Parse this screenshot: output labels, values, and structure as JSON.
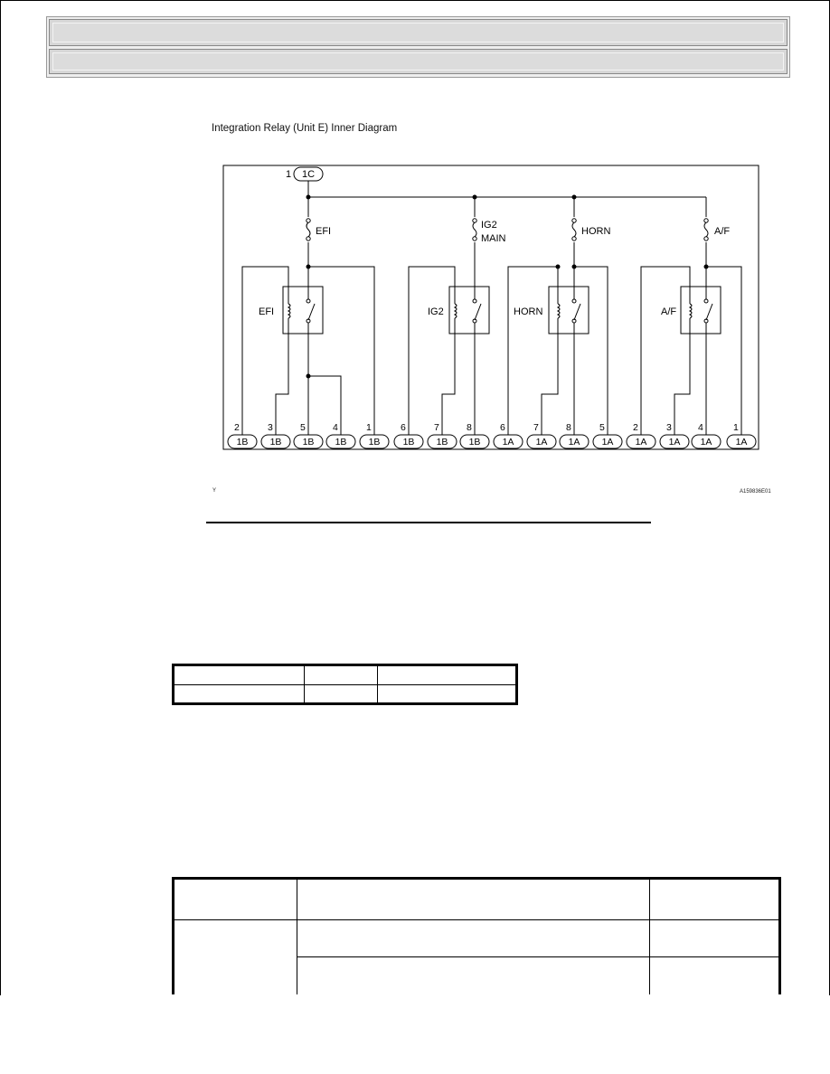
{
  "diagram": {
    "caption": "Integration Relay (Unit E) Inner Diagram",
    "top_terminal": {
      "pin": "1",
      "connector": "1C"
    },
    "fuses": [
      "EFI",
      "IG2",
      "MAIN",
      "HORN",
      "A/F"
    ],
    "relays": [
      "EFI",
      "IG2",
      "HORN",
      "A/F"
    ],
    "terminals": [
      {
        "pin": "2",
        "connector": "1B"
      },
      {
        "pin": "3",
        "connector": "1B"
      },
      {
        "pin": "5",
        "connector": "1B"
      },
      {
        "pin": "4",
        "connector": "1B"
      },
      {
        "pin": "1",
        "connector": "1B"
      },
      {
        "pin": "6",
        "connector": "1B"
      },
      {
        "pin": "7",
        "connector": "1B"
      },
      {
        "pin": "8",
        "connector": "1B"
      },
      {
        "pin": "6",
        "connector": "1A"
      },
      {
        "pin": "7",
        "connector": "1A"
      },
      {
        "pin": "8",
        "connector": "1A"
      },
      {
        "pin": "5",
        "connector": "1A"
      },
      {
        "pin": "2",
        "connector": "1A"
      },
      {
        "pin": "3",
        "connector": "1A"
      },
      {
        "pin": "4",
        "connector": "1A"
      },
      {
        "pin": "1",
        "connector": "1A"
      }
    ],
    "corner_mark": "Y",
    "figure_id": "A159836E01"
  },
  "colors": {
    "line": "#000000",
    "header_bg": "#d7d7d7"
  }
}
